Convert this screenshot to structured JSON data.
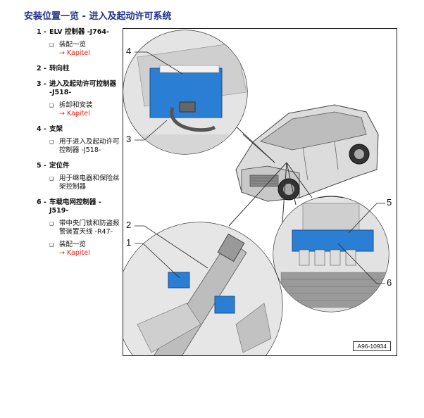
{
  "title": "安装位置一览 - 进入及起动许可系统",
  "items": [
    {
      "num": "1 -",
      "label": "ELV 控制器 -J764-",
      "subs": [
        {
          "text": "装配一览",
          "link": "→ Kapitel"
        }
      ]
    },
    {
      "num": "2 -",
      "label": "转向柱",
      "subs": []
    },
    {
      "num": "3 -",
      "label": "进入及起动许可控制器 -J518-",
      "subs": [
        {
          "text": "拆卸和安装",
          "link": "→ Kapitel"
        }
      ]
    },
    {
      "num": "4 -",
      "label": "支架",
      "subs": [
        {
          "text": "用于进入及起动许可控制器 -J518-",
          "link": ""
        }
      ]
    },
    {
      "num": "5 -",
      "label": "定位件",
      "subs": [
        {
          "text": "用于继电器和保险丝架控制器",
          "link": ""
        }
      ]
    },
    {
      "num": "6 -",
      "label": "车载电网控制器 -J519-",
      "subs": [
        {
          "text": "带中央门锁和防盗报警装置天线 -R47-",
          "link": ""
        },
        {
          "text": "装配一览",
          "link": "→ Kapitel"
        }
      ]
    }
  ],
  "figure": {
    "code": "A96-10934",
    "callouts": [
      "1",
      "2",
      "3",
      "4",
      "5",
      "6"
    ]
  },
  "colors": {
    "title": "#1c2f8a",
    "link": "#e41e13",
    "highlight": "#2a7fd4"
  }
}
